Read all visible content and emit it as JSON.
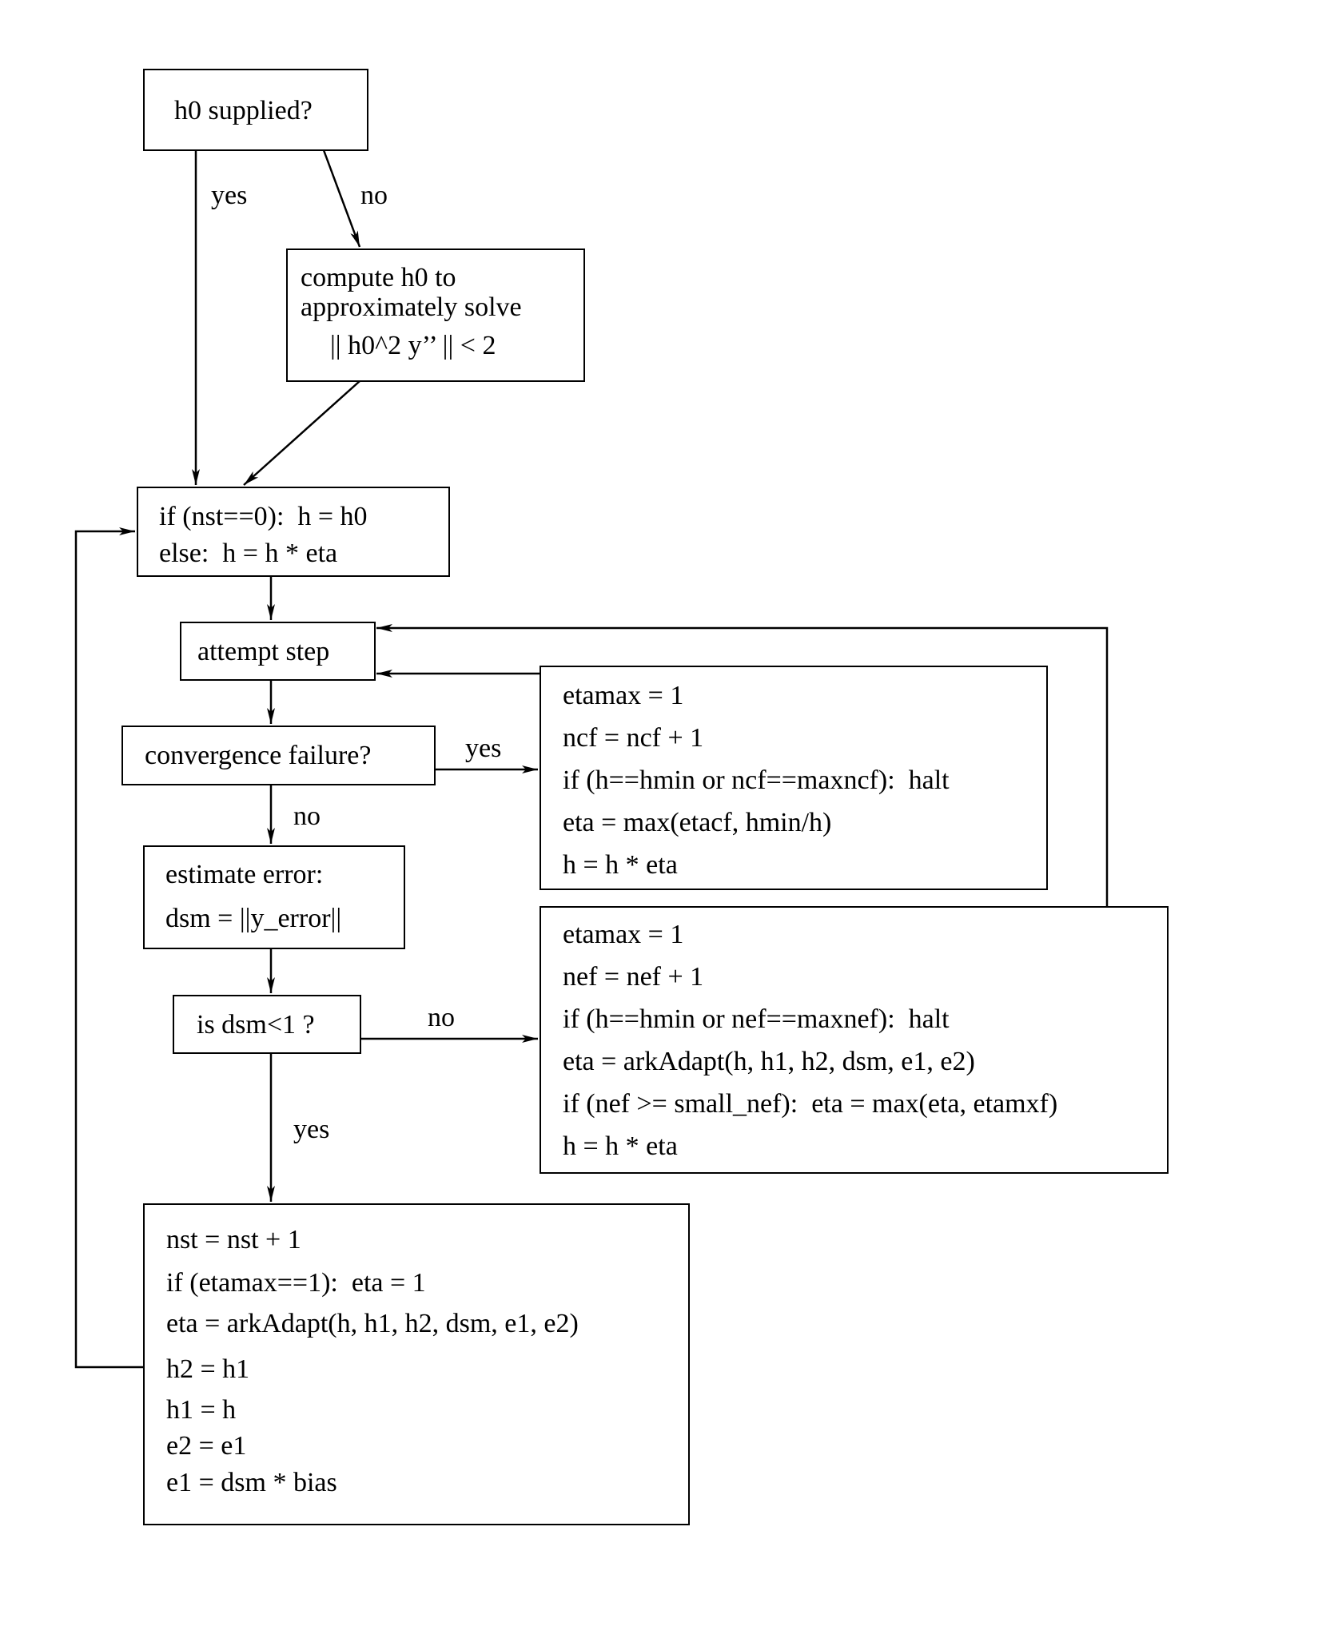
{
  "diagram": {
    "nodes": {
      "h0_supplied": {
        "lines": [
          "h0 supplied?"
        ]
      },
      "compute_h0": {
        "lines": [
          "compute h0 to",
          "approximately solve",
          "|| h0^2 y’’ || < 2"
        ]
      },
      "set_h": {
        "lines": [
          "if (nst==0):  h = h0",
          "else:  h = h * eta"
        ]
      },
      "attempt_step": {
        "lines": [
          "attempt step"
        ]
      },
      "convergence_failure": {
        "lines": [
          "convergence failure?"
        ]
      },
      "conv_fail_handler": {
        "lines": [
          "etamax = 1",
          "ncf = ncf + 1",
          "if (h==hmin or ncf==maxncf):  halt",
          "eta = max(etacf, hmin/h)",
          "h = h * eta"
        ]
      },
      "estimate_error": {
        "lines": [
          "estimate error:",
          "dsm = ||y_error||"
        ]
      },
      "is_dsm_lt_1": {
        "lines": [
          "is dsm<1 ?"
        ]
      },
      "err_fail_handler": {
        "lines": [
          "etamax = 1",
          "nef = nef + 1",
          "if (h==hmin or nef==maxnef):  halt",
          "eta = arkAdapt(h, h1, h2, dsm, e1, e2)",
          "if (nef >= small_nef):  eta = max(eta, etamxf)",
          "h = h * eta"
        ]
      },
      "step_success": {
        "lines": [
          "nst = nst + 1",
          "if (etamax==1):  eta = 1",
          "eta = arkAdapt(h, h1, h2, dsm, e1, e2)",
          "h2 = h1",
          "h1 = h",
          "e2 = e1",
          "e1 = dsm * bias"
        ]
      }
    },
    "edge_labels": {
      "h0_yes": "yes",
      "h0_no": "no",
      "conv_yes": "yes",
      "conv_no": "no",
      "dsm_no": "no",
      "dsm_yes": "yes"
    }
  }
}
